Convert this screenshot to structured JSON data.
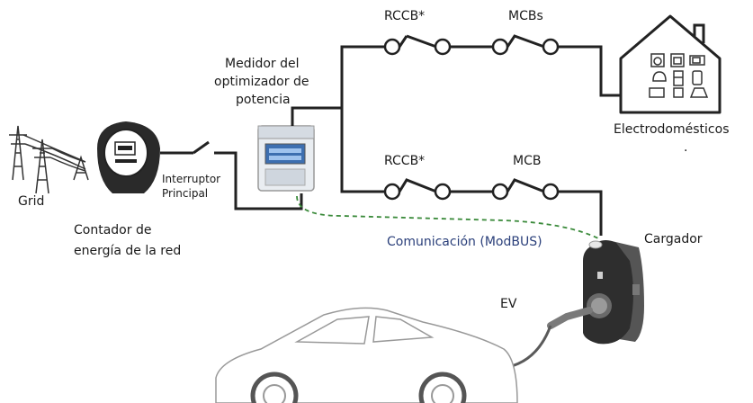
{
  "labels": {
    "grid": "Grid",
    "grid_meter_line1": "Contador de",
    "grid_meter_line2": "energía de la red",
    "main_switch_line1": "Interruptor",
    "main_switch_line2": "Principal",
    "power_meter_line1": "Medidor del",
    "power_meter_line2": "optimizador de",
    "power_meter_line3": "potencia",
    "rccb_top": "RCCB*",
    "mcbs_top": "MCBs",
    "rccb_bottom": "RCCB*",
    "mcb_bottom": "MCB",
    "appliances": "Electrodomésticos",
    "appliances_dot": ".",
    "communication": "Comunicación (ModBUS)",
    "charger": "Cargador",
    "ev": "EV"
  },
  "colors": {
    "wire": "#222222",
    "communication_line": "#3a8a3a",
    "communication_text": "#2a3f7a"
  },
  "icons": [
    "power-tower-icon",
    "energy-meter-icon",
    "switch-icon",
    "din-meter-icon",
    "house-icon",
    "washing-machine-icon",
    "stove-icon",
    "microwave-icon",
    "kettle-icon",
    "fridge-icon",
    "car-icon",
    "charger-icon"
  ]
}
